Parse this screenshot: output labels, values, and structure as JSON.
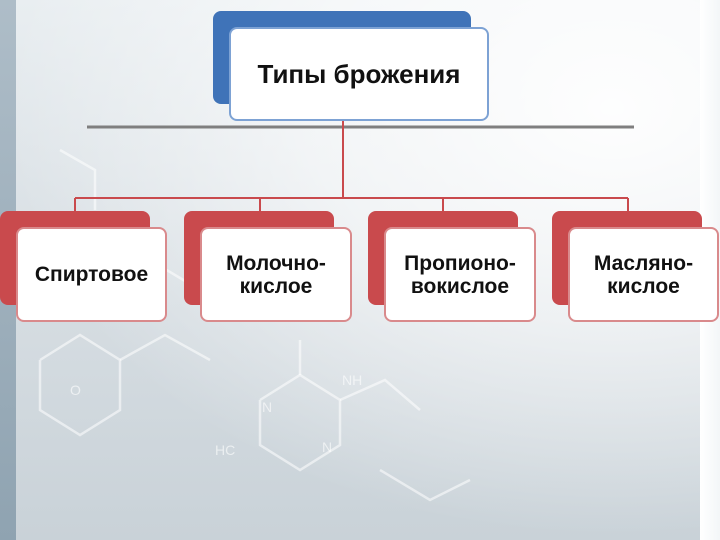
{
  "diagram": {
    "root": {
      "label": "Типы брожения"
    },
    "children": [
      {
        "label": "Спиртовое"
      },
      {
        "label": "Молочно-\nкислое"
      },
      {
        "label": "Пропионо-\nвокислое"
      },
      {
        "label": "Масляно-\nкислое"
      }
    ]
  },
  "colors": {
    "root_accent": "#3f73b8",
    "child_accent": "#c94a4d",
    "connector": "#c94a4d",
    "divider": "#7f7f7f"
  }
}
